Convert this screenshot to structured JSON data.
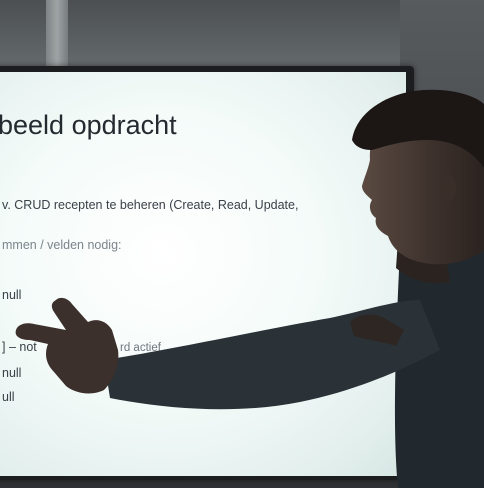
{
  "slide": {
    "title": "beeld opdracht",
    "lines": [
      "v. CRUD recepten te beheren (Create, Read, Update,",
      "mmen / velden nodig:",
      "null",
      "] – not",
      "null",
      "ull"
    ],
    "occluded_fragment": "rd actief"
  },
  "colors": {
    "screen": "#f4fbf9",
    "bezel": "#1b1d1f",
    "silhouette": "#1f2428",
    "sweater": "#2a3137"
  }
}
